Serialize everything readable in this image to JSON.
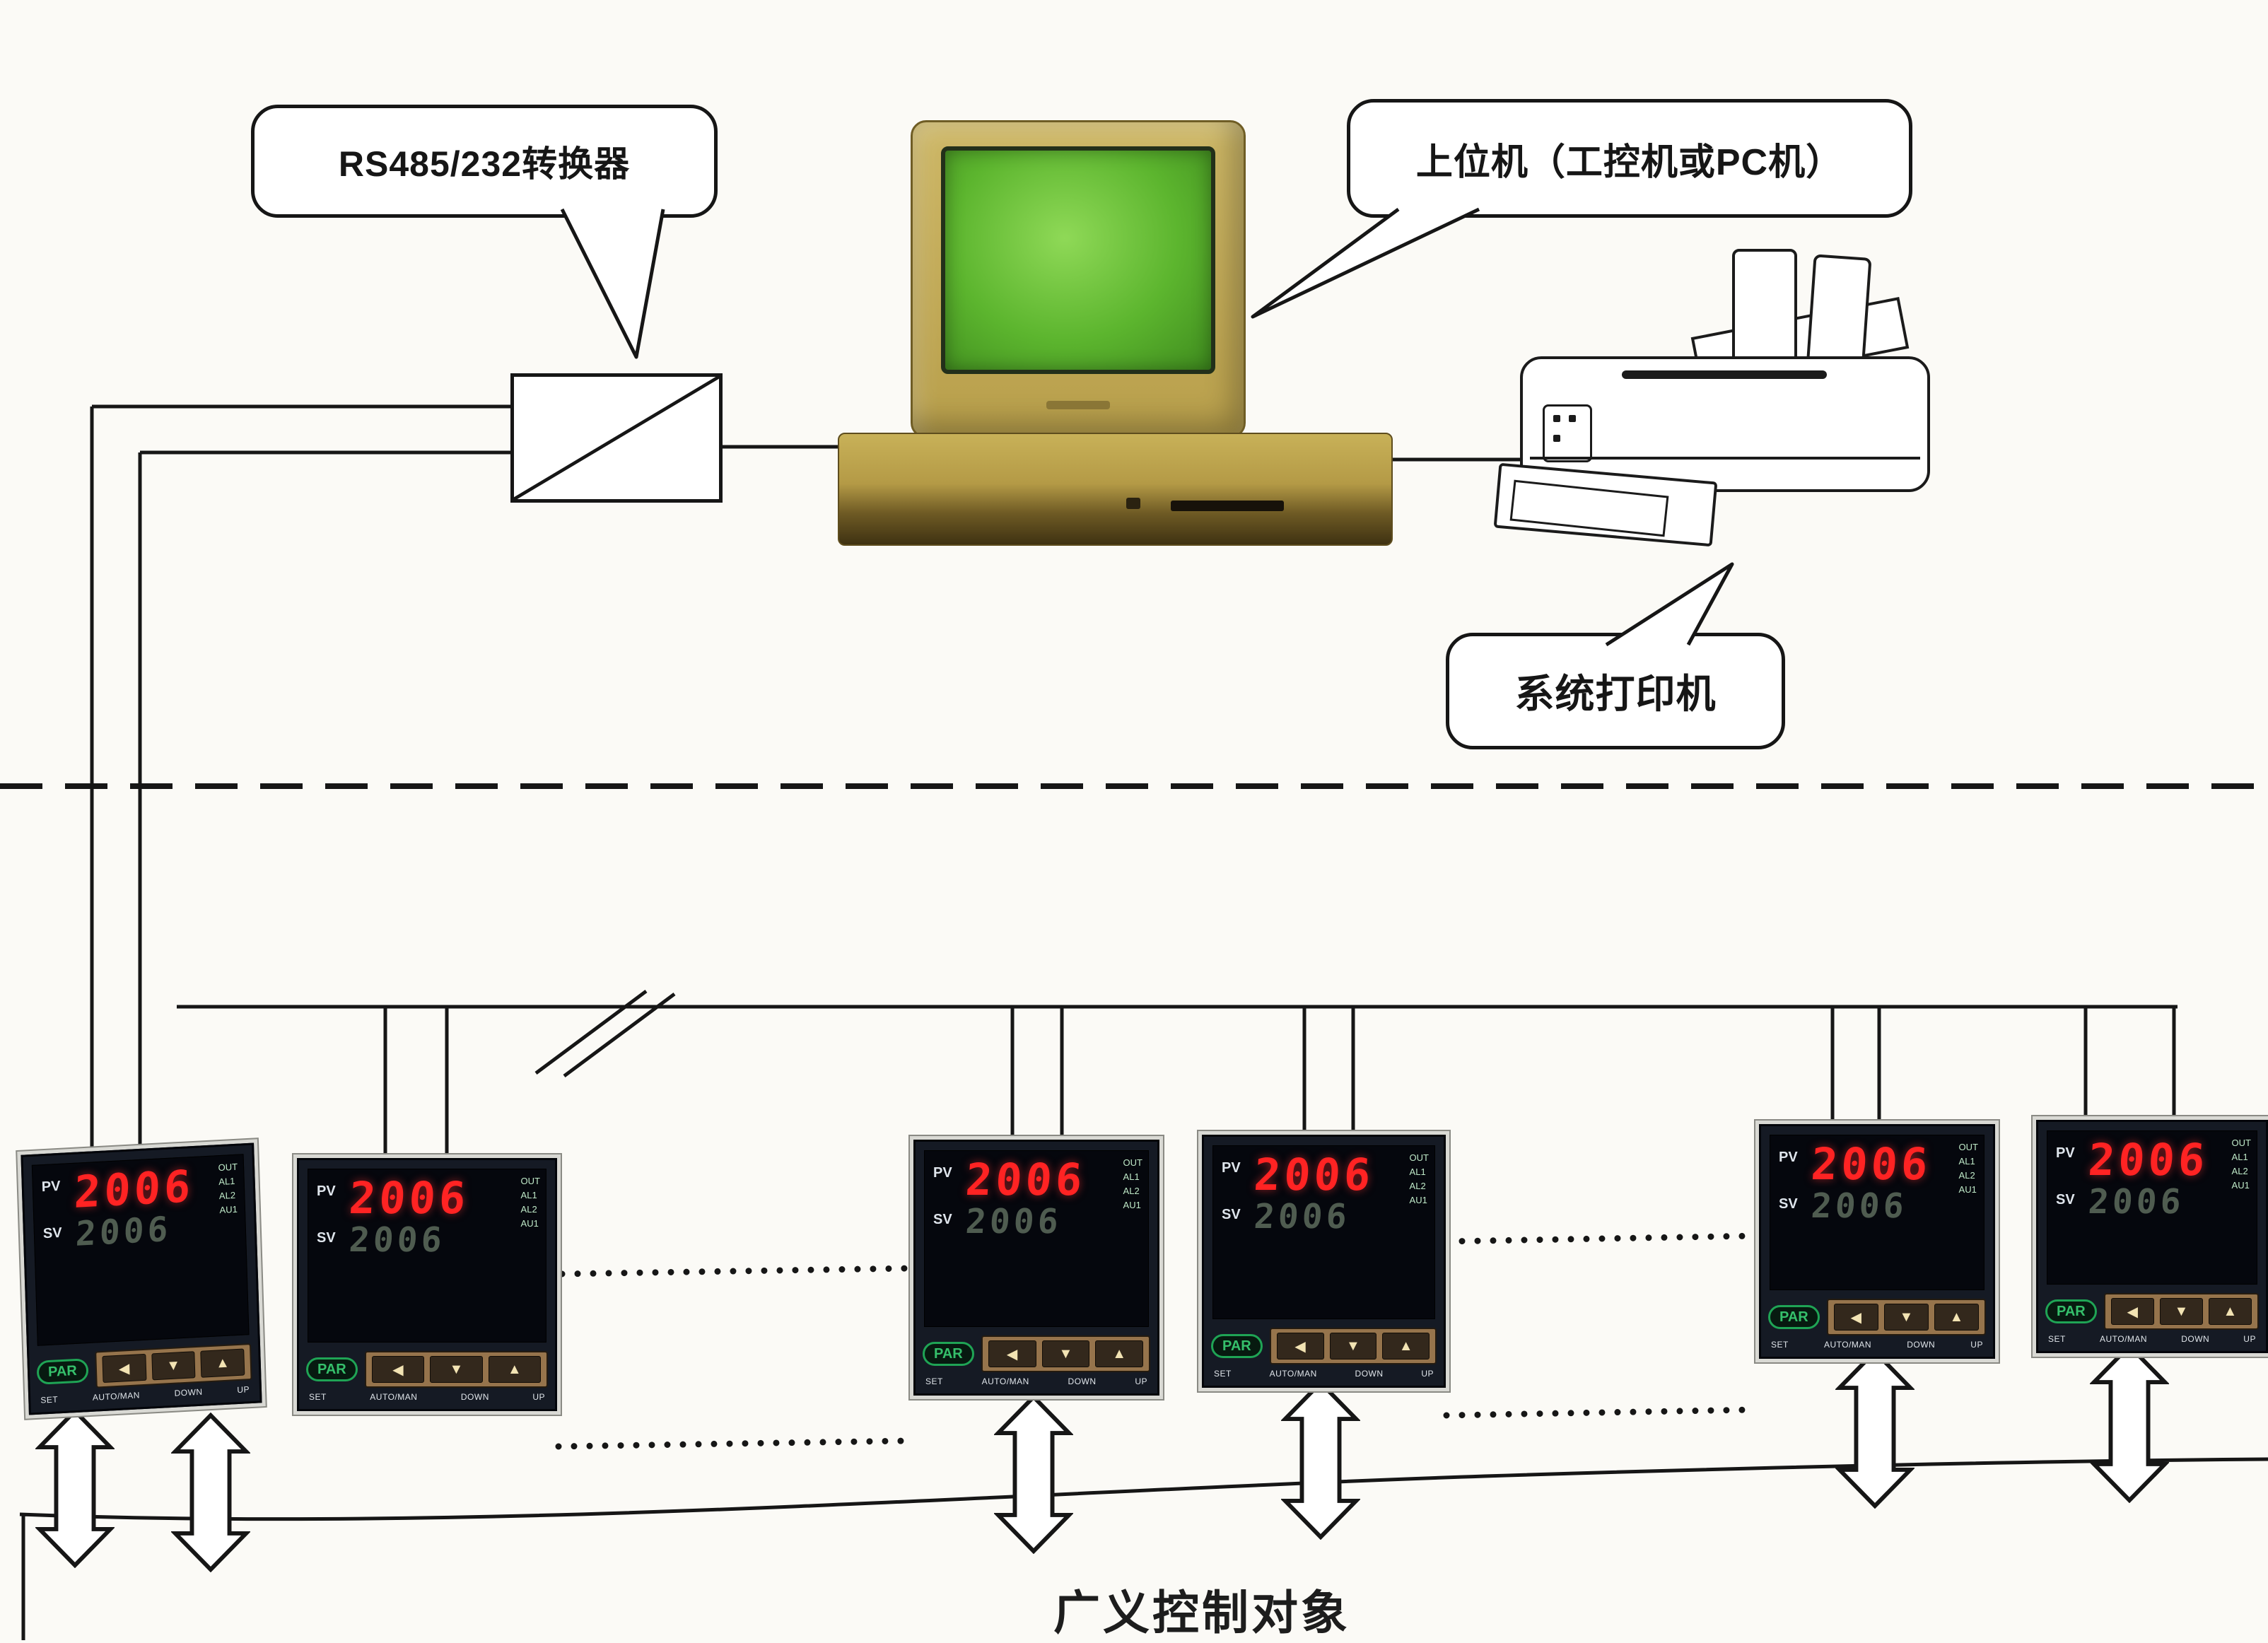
{
  "bubbles": {
    "converter": "RS485/232转换器",
    "host": "上位机（工控机或PC机）",
    "printer": "系统打印机"
  },
  "bottom_label": "广义控制对象",
  "controller": {
    "pv_label": "PV",
    "pv_value": "2006",
    "sv_label": "SV",
    "sv_value": "2006",
    "par_button": "PAR",
    "indicators": [
      "OUT",
      "AL1",
      "AL2",
      "AU1"
    ],
    "keys": [
      "◀",
      "▼",
      "▲"
    ],
    "captions": [
      "SET",
      "AUTO/MAN",
      "DOWN",
      "UP"
    ]
  },
  "colors": {
    "pv_display_red": "#ff2323",
    "sv_display_dim": "#4f5c50",
    "crt_screen_green": "#5cb52e",
    "computer_case_tan": "#c8b158",
    "par_button_green": "#1fa455",
    "keypad_tan": "#96744c",
    "line_black": "#161616"
  }
}
